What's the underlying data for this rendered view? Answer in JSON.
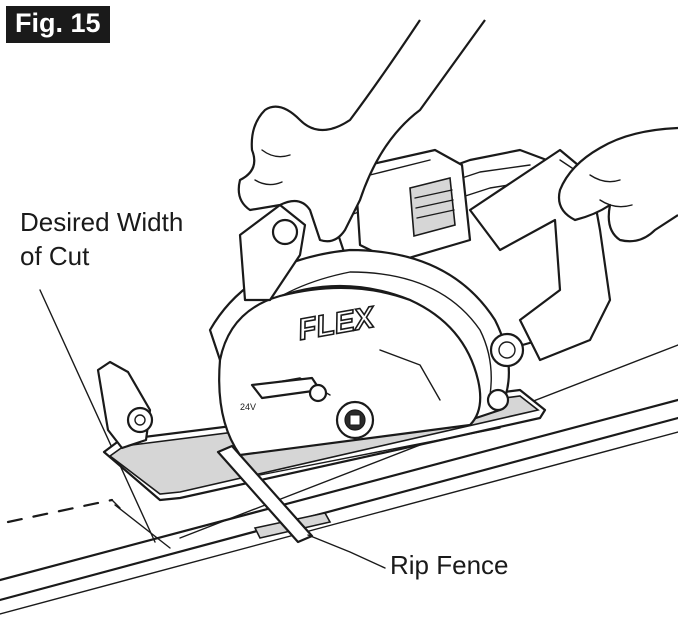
{
  "figure": {
    "label": "Fig. 15"
  },
  "callouts": {
    "desired_width_line1": "Desired Width",
    "desired_width_line2": "of Cut",
    "rip_fence": "Rip Fence"
  },
  "saw": {
    "brand": "FLEX",
    "voltage_mark": "24V"
  },
  "colors": {
    "ink": "#1a1a1a",
    "badge_bg": "#1a1a1a",
    "badge_text": "#ffffff",
    "shade": "#d6d6d6"
  }
}
